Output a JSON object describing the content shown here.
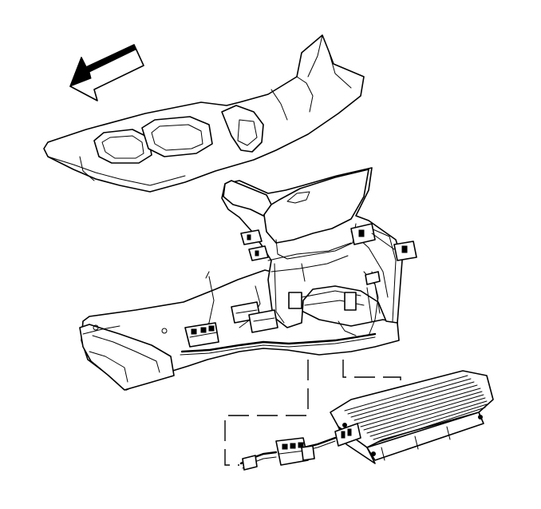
{
  "diagram": {
    "components": [
      {
        "id": "console-trim-panel",
        "icon": "trim-panel"
      },
      {
        "id": "console-bracket-assembly",
        "icon": "console-bracket"
      },
      {
        "id": "wiring-harness",
        "icon": "wire-harness"
      },
      {
        "id": "amplifier",
        "icon": "amplifier-heatsink"
      },
      {
        "id": "amplifier-connector",
        "icon": "electrical-connector"
      }
    ],
    "direction_arrow": {
      "icon": "arrow-front-icon"
    },
    "colors": {
      "line": "#000000",
      "background": "#ffffff"
    }
  }
}
